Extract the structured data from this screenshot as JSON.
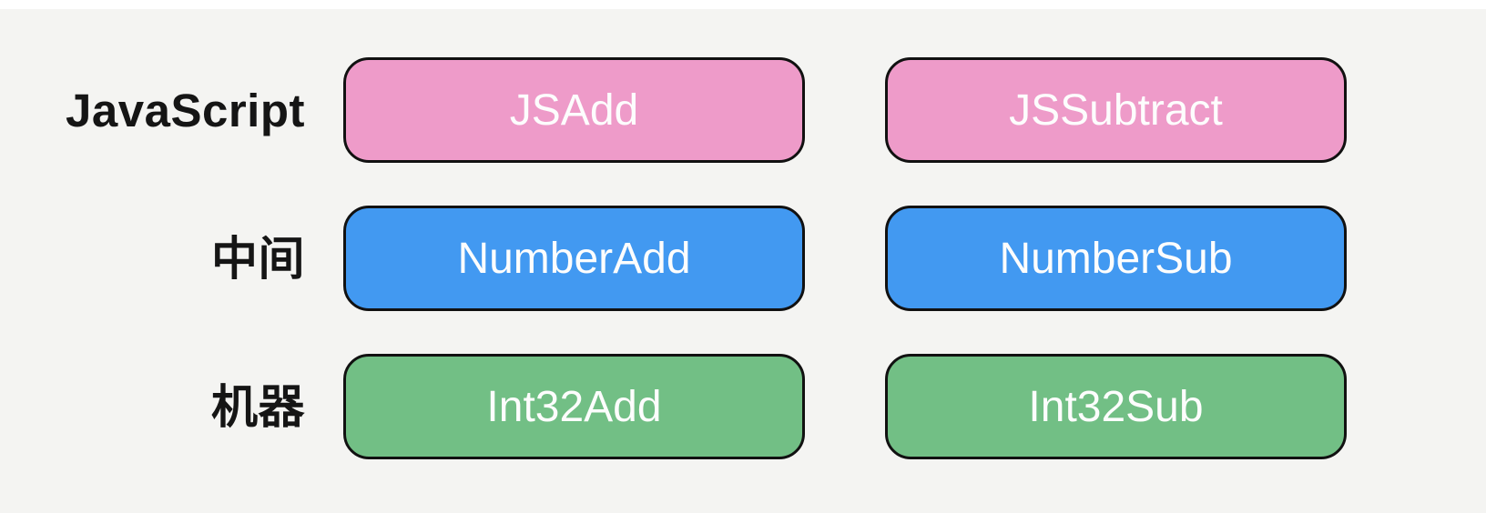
{
  "colors": {
    "background": "#F4F4F2",
    "top_strip": "#FFFFFF",
    "pink": "#EE9BC9",
    "blue": "#4299F1",
    "green": "#72BF85",
    "node_border": "#111111",
    "node_text": "#FDFDFD",
    "label_text": "#151515"
  },
  "diagram": {
    "rows": [
      {
        "label": "JavaScript",
        "color": "pink",
        "boxes": [
          "JSAdd",
          "JSSubtract"
        ]
      },
      {
        "label": "中间",
        "color": "blue",
        "boxes": [
          "NumberAdd",
          "NumberSub"
        ]
      },
      {
        "label": "机器",
        "color": "green",
        "boxes": [
          "Int32Add",
          "Int32Sub"
        ]
      }
    ]
  }
}
